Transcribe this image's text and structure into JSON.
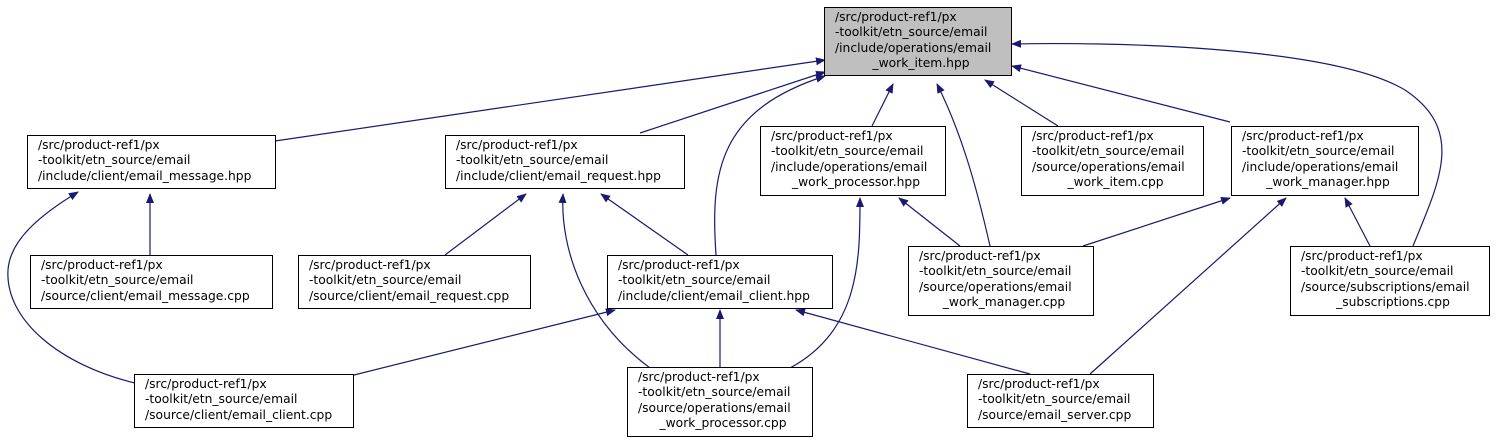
{
  "colors": {
    "edge": "#191970",
    "root_fill": "#bfbfbf",
    "node_fill": "#ffffff",
    "border": "#000000"
  },
  "nodes": {
    "root": {
      "lines": [
        "/src/product-ref1/px",
        "-toolkit/etn_source/email",
        "/include/operations/email",
        "_work_item.hpp"
      ]
    },
    "email_message_hpp": {
      "lines": [
        "/src/product-ref1/px",
        "-toolkit/etn_source/email",
        "/include/client/email_message.hpp"
      ]
    },
    "email_request_hpp": {
      "lines": [
        "/src/product-ref1/px",
        "-toolkit/etn_source/email",
        "/include/client/email_request.hpp"
      ]
    },
    "email_work_processor_hpp": {
      "lines": [
        "/src/product-ref1/px",
        "-toolkit/etn_source/email",
        "/include/operations/email",
        "_work_processor.hpp"
      ]
    },
    "email_work_item_cpp": {
      "lines": [
        "/src/product-ref1/px",
        "-toolkit/etn_source/email",
        "/source/operations/email",
        "_work_item.cpp"
      ]
    },
    "email_work_manager_hpp": {
      "lines": [
        "/src/product-ref1/px",
        "-toolkit/etn_source/email",
        "/include/operations/email",
        "_work_manager.hpp"
      ]
    },
    "email_message_cpp": {
      "lines": [
        "/src/product-ref1/px",
        "-toolkit/etn_source/email",
        "/source/client/email_message.cpp"
      ]
    },
    "email_request_cpp": {
      "lines": [
        "/src/product-ref1/px",
        "-toolkit/etn_source/email",
        "/source/client/email_request.cpp"
      ]
    },
    "email_client_hpp": {
      "lines": [
        "/src/product-ref1/px",
        "-toolkit/etn_source/email",
        "/include/client/email_client.hpp"
      ]
    },
    "email_work_manager_cpp": {
      "lines": [
        "/src/product-ref1/px",
        "-toolkit/etn_source/email",
        "/source/operations/email",
        "_work_manager.cpp"
      ]
    },
    "email_subscriptions_cpp": {
      "lines": [
        "/src/product-ref1/px",
        "-toolkit/etn_source/email",
        "/source/subscriptions/email",
        "_subscriptions.cpp"
      ]
    },
    "email_client_cpp": {
      "lines": [
        "/src/product-ref1/px",
        "-toolkit/etn_source/email",
        "/source/client/email_client.cpp"
      ]
    },
    "email_work_processor_cpp": {
      "lines": [
        "/src/product-ref1/px",
        "-toolkit/etn_source/email",
        "/source/operations/email",
        "_work_processor.cpp"
      ]
    },
    "email_server_cpp": {
      "lines": [
        "/src/product-ref1/px",
        "-toolkit/etn_source/email",
        "/source/email_server.cpp"
      ]
    }
  }
}
